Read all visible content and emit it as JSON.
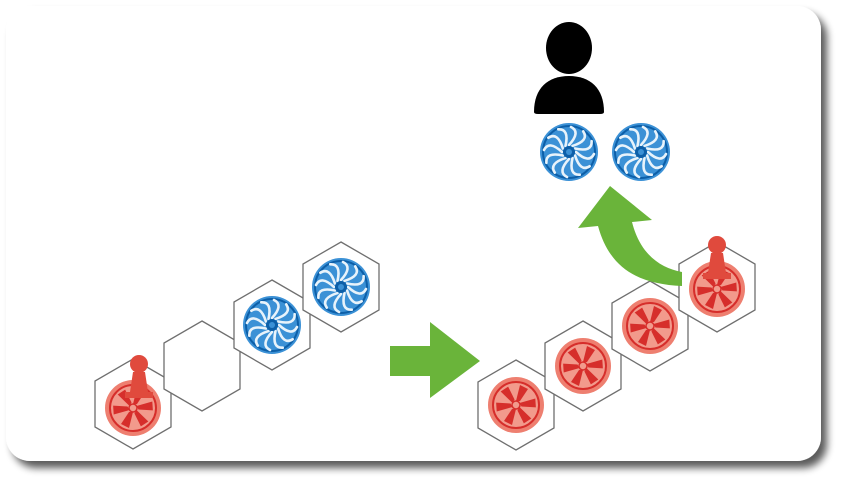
{
  "colors": {
    "card_background": "#ffffff",
    "card_shadow": "#4a4a4a",
    "hex_stroke": "#6f6f6f",
    "red_token_fill": "#ee7f70",
    "red_token_dark": "#d62e2b",
    "blue_token_fill": "#3b91d6",
    "blue_token_dark": "#0d5fa8",
    "pawn_red": "#e04a3d",
    "player_icon": "#000000",
    "arrow_green": "#6ab43a"
  },
  "icons": {
    "red_token": "red-spiral-token-icon",
    "blue_token": "blue-swirl-token-icon",
    "pawn": "pawn-icon",
    "player": "player-icon",
    "transition_arrow": "right-arrow-icon",
    "take_arrow": "curved-up-arrow-icon"
  },
  "before": {
    "hexes": [
      {
        "content": "red-token-with-pawn"
      },
      {
        "content": "empty"
      },
      {
        "content": "blue-token"
      },
      {
        "content": "blue-token"
      }
    ]
  },
  "after": {
    "hexes": [
      {
        "content": "red-token"
      },
      {
        "content": "red-token"
      },
      {
        "content": "red-token"
      },
      {
        "content": "red-token-with-pawn"
      }
    ],
    "collected_tokens": [
      "blue-token",
      "blue-token"
    ]
  }
}
